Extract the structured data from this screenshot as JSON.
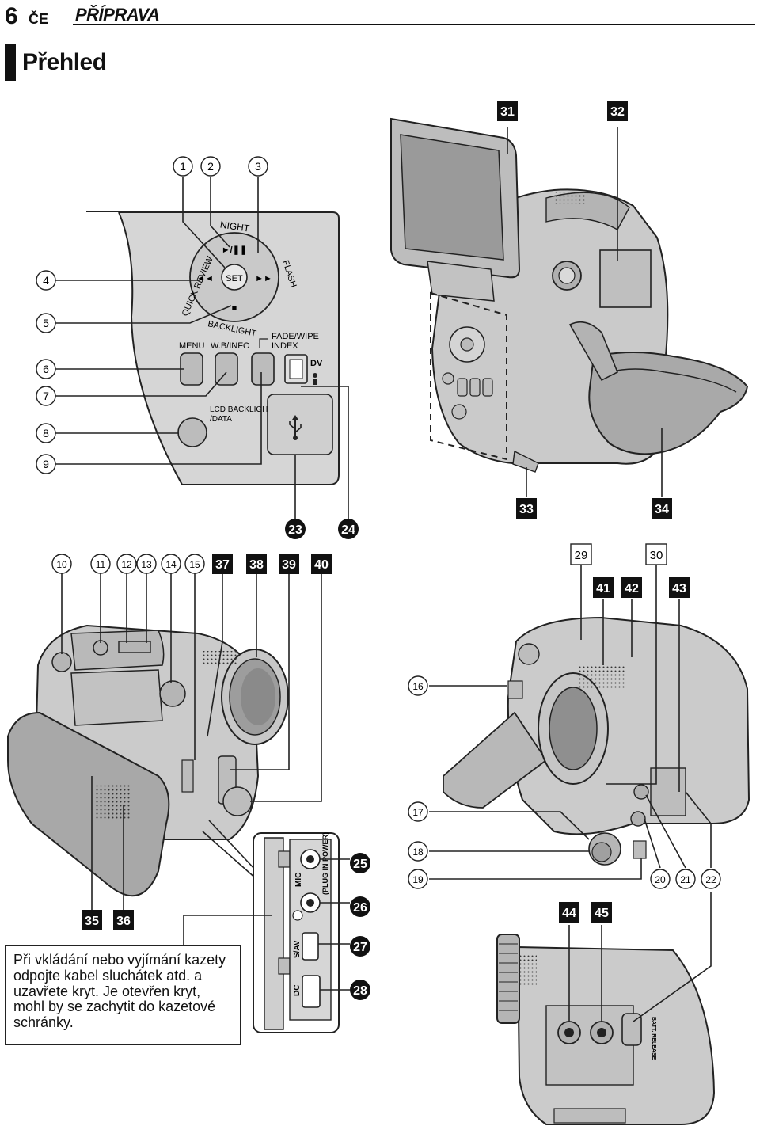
{
  "header": {
    "page_number": "6",
    "language": "ČE",
    "section": "PŘÍPRAVA"
  },
  "title": "Přehled",
  "callouts": {
    "c1": "1",
    "c2": "2",
    "c3": "3",
    "c4": "4",
    "c5": "5",
    "c6": "6",
    "c7": "7",
    "c8": "8",
    "c9": "9",
    "c10": "10",
    "c11": "11",
    "c12": "12",
    "c13": "13",
    "c14": "14",
    "c15": "15",
    "c16": "16",
    "c17": "17",
    "c18": "18",
    "c19": "19",
    "c20": "20",
    "c21": "21",
    "c22": "22",
    "c23": "23",
    "c24": "24",
    "c25": "25",
    "c26": "26",
    "c27": "27",
    "c28": "28",
    "c29": "29",
    "c30": "30",
    "c31": "31",
    "c32": "32",
    "c33": "33",
    "c34": "34",
    "c35": "35",
    "c36": "36",
    "c37": "37",
    "c38": "38",
    "c39": "39",
    "c40": "40",
    "c41": "41",
    "c42": "42",
    "c43": "43",
    "c44": "44",
    "c45": "45"
  },
  "panel_labels": {
    "night": "NIGHT",
    "quick_review": "QUICK REVIEW",
    "flash": "FLASH",
    "set": "SET",
    "backlight": "BACKLIGHT",
    "menu": "MENU",
    "wb_info": "W.B/INFO",
    "fade_wipe": "FADE/WIPE",
    "index": "INDEX",
    "dv": "DV",
    "lcd_backlight": "LCD BACKLIGHT",
    "data": "/DATA",
    "play_pause": "►/❚❚",
    "rew": "◄◄",
    "ff": "►►",
    "stop": "■"
  },
  "jack_labels": {
    "mic": "MIC",
    "plug_in_power": "(PLUG IN POWER)",
    "s_av": "S/AV",
    "dc": "DC",
    "batt_release": "BATT. RELEASE"
  },
  "note": "Při vkládání nebo vyjímání kazety odpojte kabel sluchátek atd. a uzavřete kryt. Je otevřen kryt, mohl by se zachytit do kazetové schránky."
}
